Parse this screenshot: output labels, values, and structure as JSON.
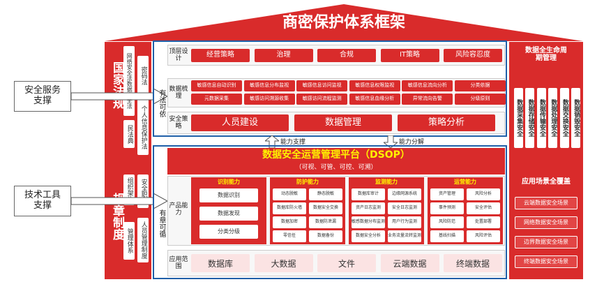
{
  "title": "商密保护体系框架",
  "left_col": {
    "top_title": "国家法规",
    "bottom_title": "规章制度",
    "law1": "网络安全法数据安全法",
    "law2": "密码法",
    "law3": "民法典",
    "law4": "个人信息保护法",
    "rule1": "组织架构",
    "rule2": "安全职能",
    "rule3": "管理体系",
    "rule4": "人员管理制度"
  },
  "outer_labels": {
    "service": "安全服务支撑",
    "tools": "技术工具支撑"
  },
  "upper": {
    "side_label": "有法可依",
    "row1_label": "顶层设计",
    "row1_items": [
      "经营策略",
      "治理",
      "合规",
      "IT策略",
      "风险容忍度"
    ],
    "row2_label": "数据梳理",
    "row2_items_top": [
      "敏感信息自动识别",
      "敏感信息分布监视",
      "敏感信息访问监视",
      "敏感信息权限监视",
      "敏感信息流向分析",
      "分类依据"
    ],
    "row2_items_bottom": [
      "元数据采集",
      "敏感访问溯源收集",
      "敏感访问流程监测",
      "敏感信息血缘分析",
      "异常流向告警",
      "分级原则"
    ],
    "row3_label": "安全策略",
    "row3_items": [
      "人员建设",
      "数据管理",
      "策略分析"
    ]
  },
  "arrows": {
    "left": "能力支撑",
    "right": "能力分解"
  },
  "lower": {
    "side_label": "有章可循",
    "platform_title": "数据安全运营管理平台（DSOP）",
    "platform_sub": "（可视、可管、可控、可溯）",
    "product_label": "产品能力",
    "groups": [
      {
        "name": "识别能力",
        "items": [
          "数据识别",
          "数据发现",
          "分类分级"
        ]
      },
      {
        "name": "防护能力",
        "items": [
          "动态脱敏",
          "静态脱敏",
          "数据库防火墙",
          "数据安全交换",
          "数据加密",
          "数据防泄漏",
          "零信任",
          "数据备份"
        ]
      },
      {
        "name": "监测能力",
        "items": [
          "数据库审计",
          "边缘网源系统",
          "资产日志监测",
          "安全日志监测",
          "敏感数据分布监测",
          "用户行为监测",
          "数据安全分析",
          "业务流量流转监测"
        ]
      },
      {
        "name": "运营能力",
        "items": [
          "资产管理",
          "风险分析",
          "事件预测",
          "安全评估",
          "风险防范",
          "处置部署",
          "基线扫描",
          "风险评估"
        ]
      }
    ],
    "scope_label": "应用范围",
    "scope_items": [
      "数据库",
      "大数据",
      "文件",
      "云端数据",
      "终端数据"
    ]
  },
  "right_col": {
    "lifecycle_title": "数据全生命周期管理",
    "lifecycle_items": [
      "数据采集安全",
      "数据存储安全",
      "数据传输安全",
      "数据处理安全",
      "数据交换安全",
      "数据销毁安全"
    ],
    "scene_title": "应用场景全覆盖",
    "scene_items": [
      "云端数据安全场景",
      "网络数据安全场景",
      "边界数据安全场景",
      "终端数据安全场景"
    ]
  }
}
